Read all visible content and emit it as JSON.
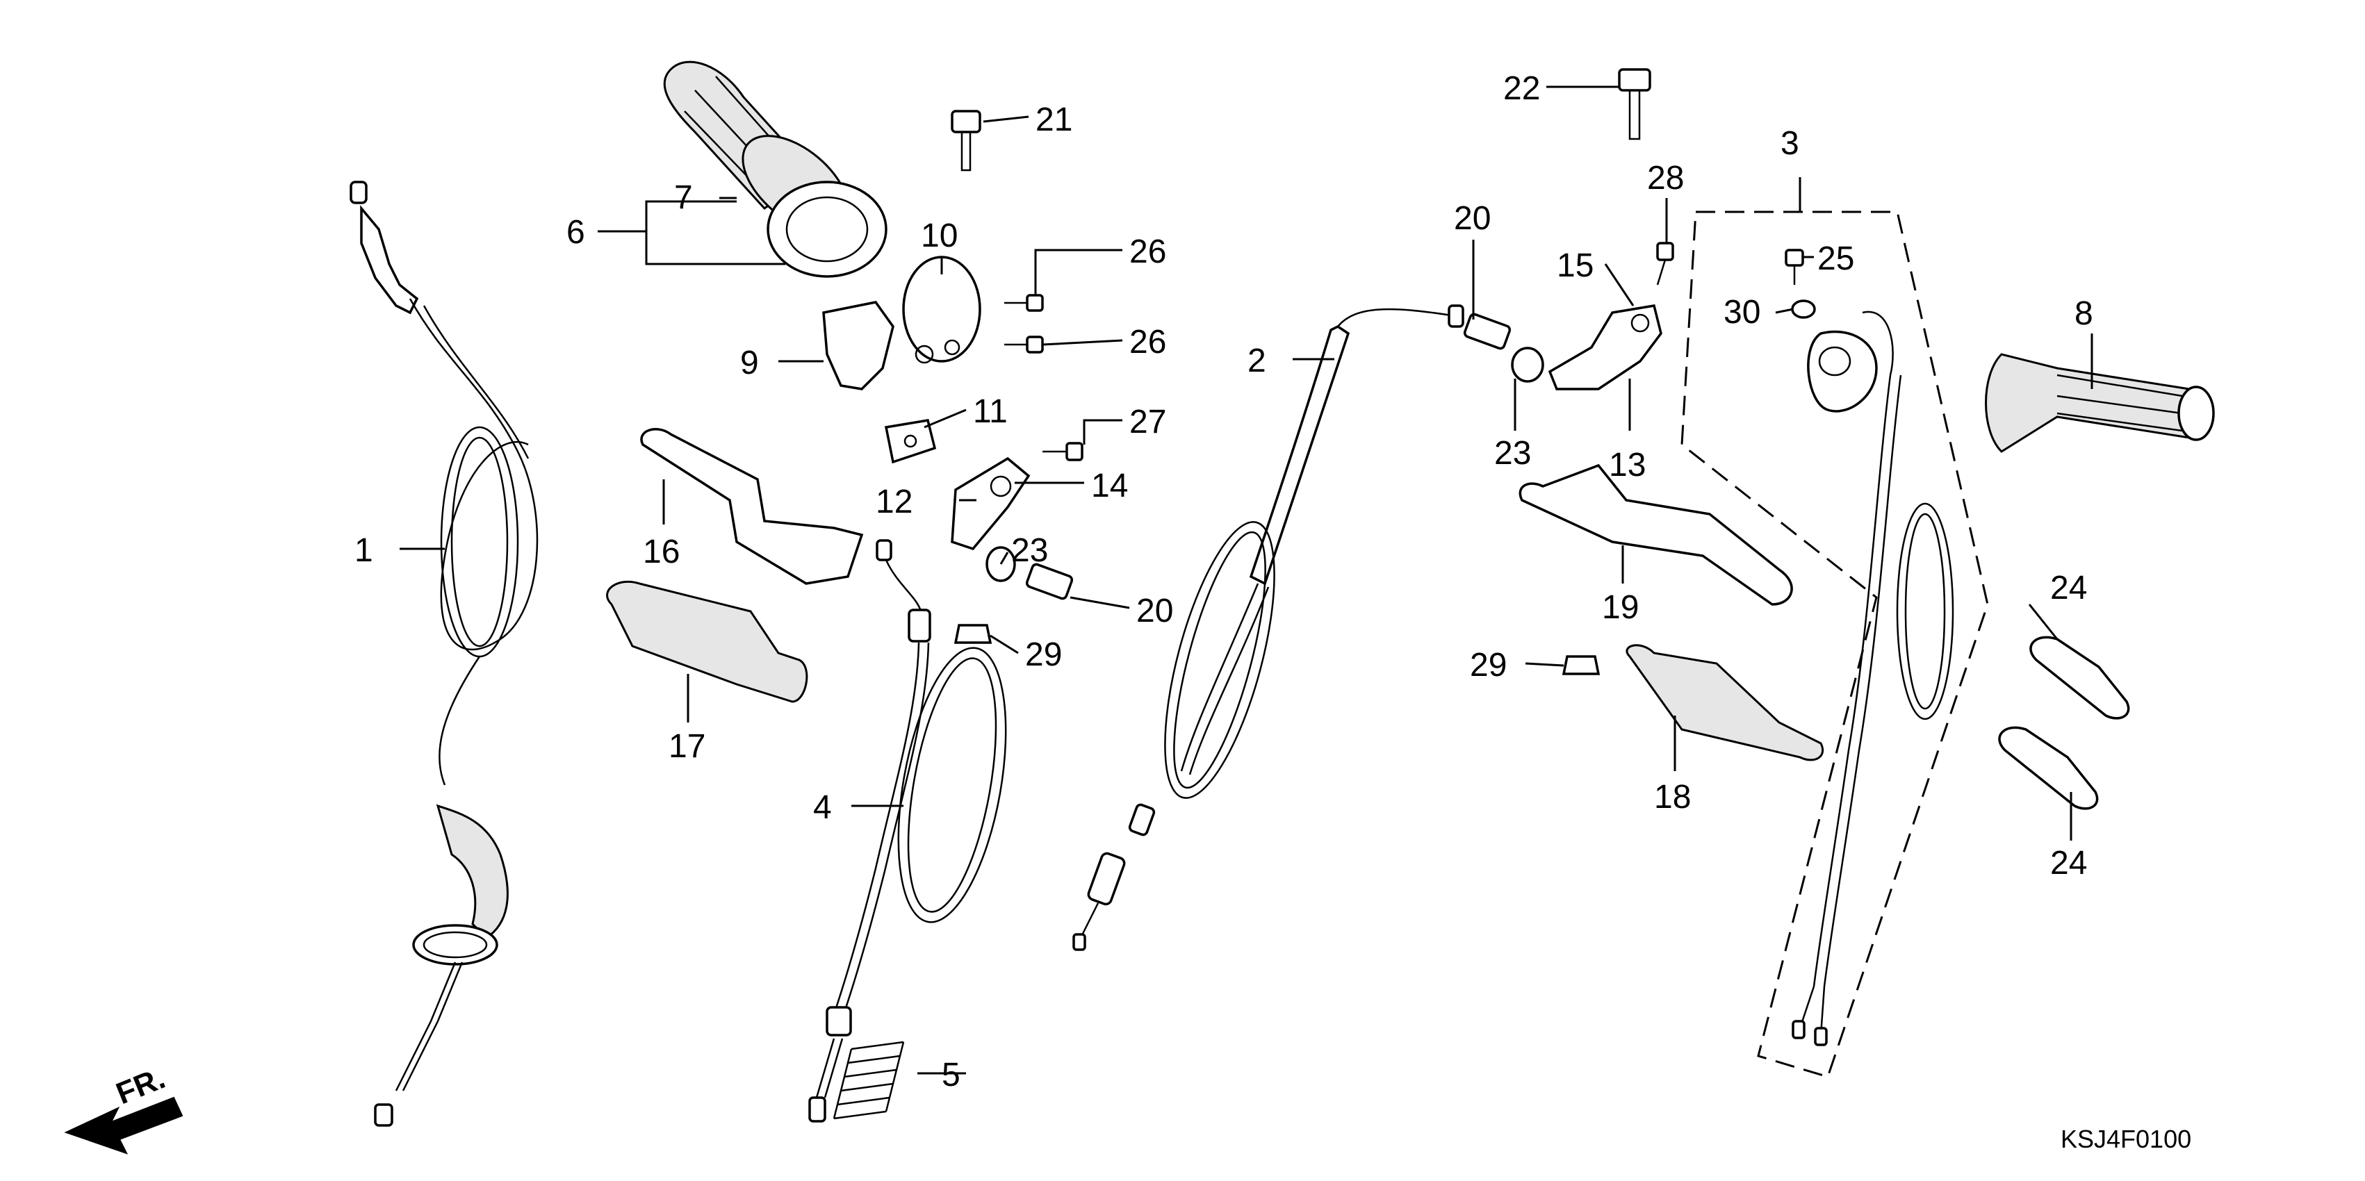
{
  "callouts": {
    "c1": "1",
    "c2": "2",
    "c3": "3",
    "c4": "4",
    "c5": "5",
    "c6": "6",
    "c7": "7",
    "c8": "8",
    "c9": "9",
    "c10": "10",
    "c11": "11",
    "c12": "12",
    "c13": "13",
    "c14": "14",
    "c15": "15",
    "c16": "16",
    "c17": "17",
    "c18": "18",
    "c19": "19",
    "c20a": "20",
    "c20b": "20",
    "c21": "21",
    "c22": "22",
    "c23a": "23",
    "c23b": "23",
    "c24a": "24",
    "c24b": "24",
    "c25": "25",
    "c26a": "26",
    "c26b": "26",
    "c27": "27",
    "c28": "28",
    "c29a": "29",
    "c29b": "29",
    "c30": "30"
  },
  "diagram_code": "KSJ4F0100",
  "direction_label": "FR."
}
